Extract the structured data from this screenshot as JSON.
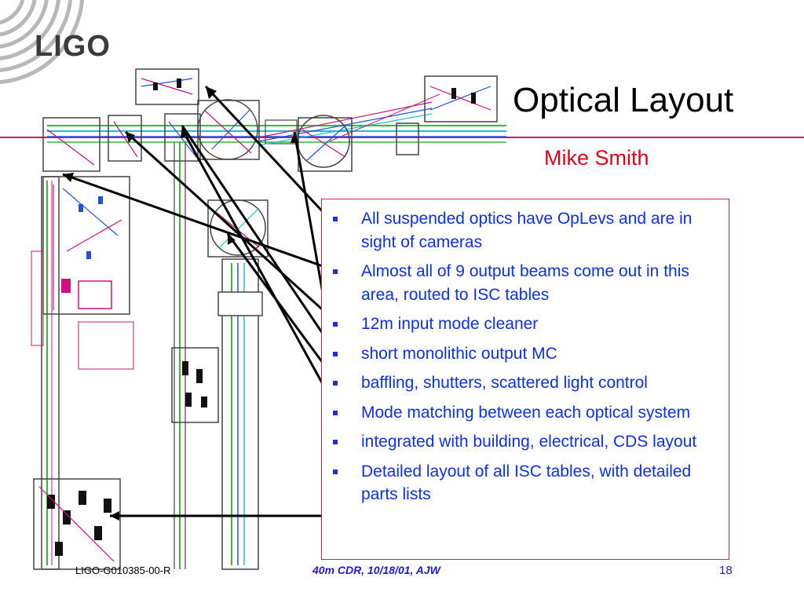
{
  "slide": {
    "logo_text": "LIGO",
    "title": "Optical Layout",
    "author": "Mike Smith",
    "bullets": [
      "All suspended optics have OpLevs and are in sight of cameras",
      "Almost all of 9 output beams come out in this area, routed to ISC tables",
      "12m input mode cleaner",
      "short monolithic output MC",
      "baffling, shutters, scattered light control",
      "Mode matching between each optical system",
      "integrated with building, electrical, CDS layout",
      "Detailed layout of all ISC tables, with detailed parts lists"
    ],
    "footer": {
      "document_number": "LIGO-G010385-00-R",
      "event": "40m CDR, 10/18/01, AJW",
      "page_number": "18"
    }
  },
  "colors": {
    "title": "#000000",
    "author": "#e0001b",
    "bullet_text": "#0b2ff0",
    "box_border": "#d8233b",
    "accent_line": "#d4146e",
    "logo": "#3b3b3b"
  }
}
